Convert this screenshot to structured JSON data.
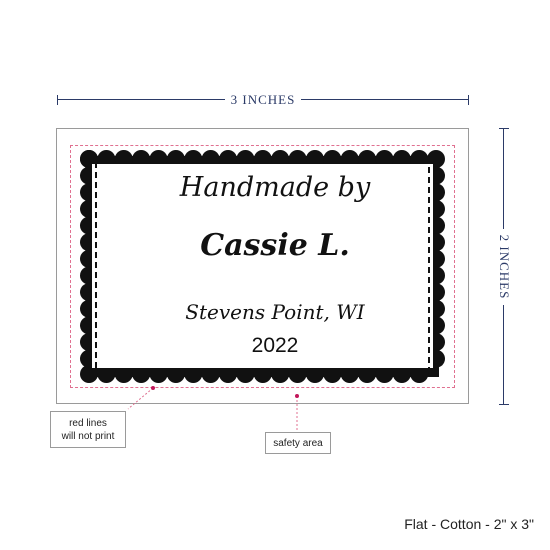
{
  "dimensions": {
    "width_label": "3 INCHES",
    "height_label": "2 INCHES"
  },
  "label": {
    "line1": "Handmade by",
    "line2": "Cassie L.",
    "line3": "Stevens Point, WI",
    "line4": "2022"
  },
  "callouts": {
    "red_lines_line1": "red lines",
    "red_lines_line2": "will not print",
    "safety_area": "safety area"
  },
  "caption": "Flat - Cotton - 2\" x 3\"",
  "colors": {
    "dimension_blue": "#2b3a67",
    "safety_pink": "#e07090",
    "border_black": "#111111"
  }
}
